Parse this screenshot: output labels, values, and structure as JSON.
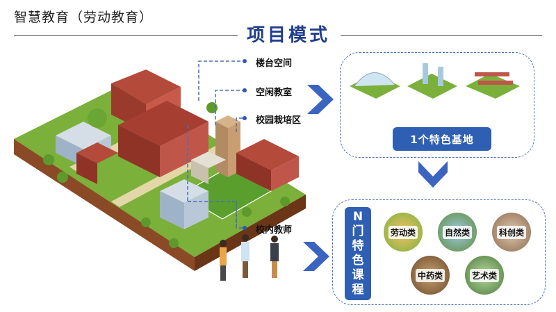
{
  "header": {
    "category": "智慧教育（劳动教育）",
    "title": "项目模式"
  },
  "labels": {
    "space": "楼台空间",
    "classroom": "空闲教室",
    "planting": "校园栽培区",
    "teachers": "校内教师"
  },
  "base": {
    "label": "1个特色基地"
  },
  "courses": {
    "header": [
      "N",
      "门",
      "特",
      "色",
      "课",
      "程"
    ],
    "items": [
      "劳动类",
      "自然类",
      "科创类",
      "中药类",
      "艺术类"
    ]
  },
  "colors": {
    "accent": "#2f5fb3",
    "title": "#1f3d8c",
    "arrow": "#3a64c0",
    "dashed": "#4a6db8"
  }
}
